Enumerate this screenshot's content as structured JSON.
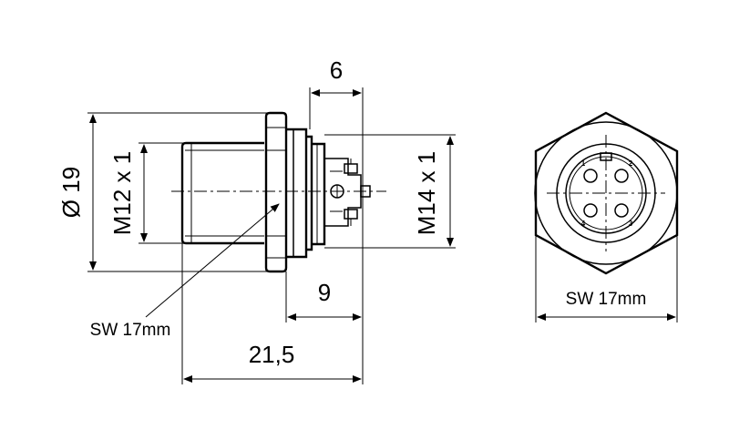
{
  "dimensions": {
    "top_width": "6",
    "outer_diameter": "Ø 19",
    "left_thread": "M12 x 1",
    "right_thread": "M14 x 1",
    "back_length": "9",
    "total_length": "21,5"
  },
  "labels": {
    "side_wrench": "SW 17mm",
    "front_wrench": "SW 17mm"
  },
  "pins": [
    "1",
    "2",
    "3",
    "4"
  ]
}
